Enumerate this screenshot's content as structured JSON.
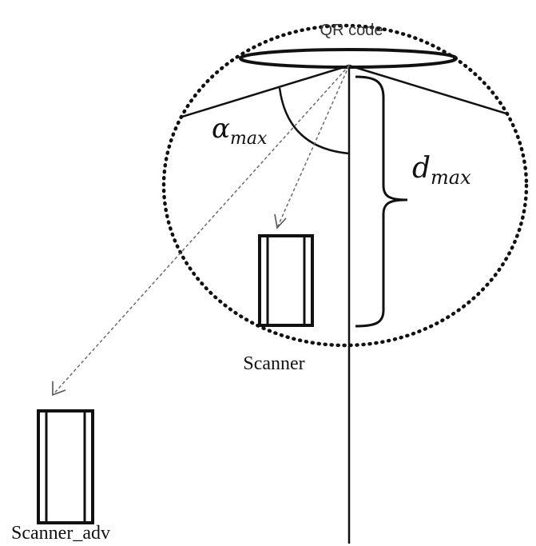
{
  "diagram": {
    "qr_label": "QR code",
    "scanner_label": "Scanner",
    "scanner_adv_label": "Scanner_adv",
    "alpha_symbol": "α",
    "alpha_subscript": "max",
    "d_symbol": "d",
    "d_subscript": "max",
    "colors": {
      "stroke": "#111111",
      "dashed": "#6b6b6b",
      "background": "#ffffff"
    }
  }
}
